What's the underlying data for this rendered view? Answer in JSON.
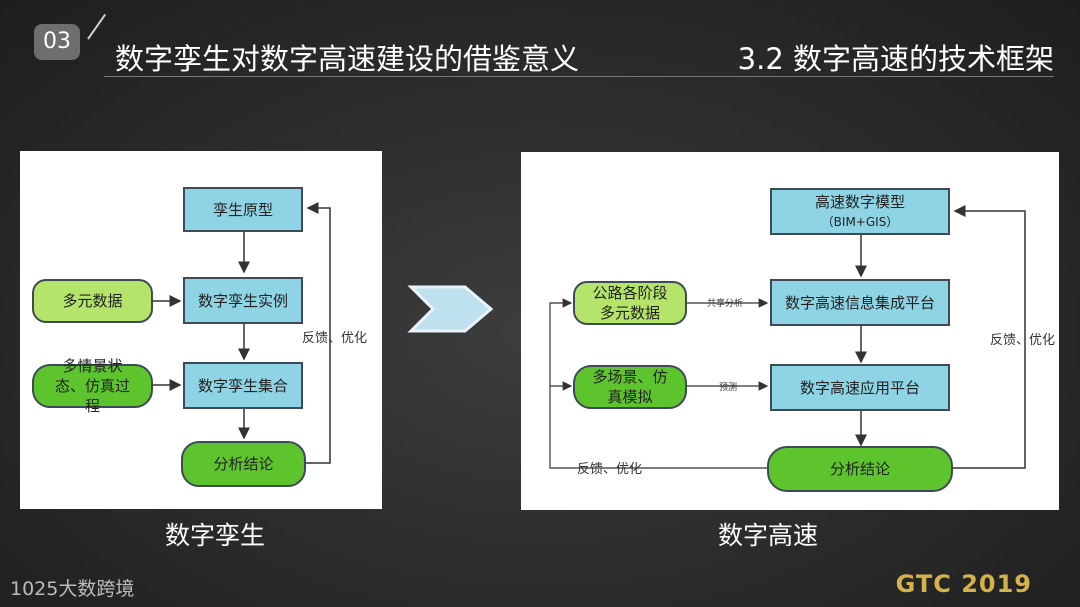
{
  "header": {
    "badge": "03",
    "title": "数字孪生对数字高速建设的借鉴意义",
    "section": "3.2 数字高速的技术框架"
  },
  "left_diagram": {
    "caption": "数字孪生",
    "prototype": "孪生原型",
    "instance": "数字孪生实例",
    "collection": "数字孪生集合",
    "multi_data": "多元数据",
    "scenarios": "多情景状态、仿真过程",
    "analysis": "分析结论",
    "feedback": "反馈、优化"
  },
  "right_diagram": {
    "caption": "数字高速",
    "model_line1": "高速数字模型",
    "model_line2": "（BIM+GIS）",
    "integration": "数字高速信息集成平台",
    "application": "数字高速应用平台",
    "road_data_line1": "公路各阶段",
    "road_data_line2": "多元数据",
    "scenes_line1": "多场景、仿",
    "scenes_line2": "真模拟",
    "analysis": "分析结论",
    "share_label": "共享分析",
    "predict_label": "预测",
    "feedback_right": "反馈、优化",
    "feedback_bottom": "反馈、优化"
  },
  "footer": {
    "left_logo": "1025大数跨境",
    "right_logo": "GTC 2019"
  },
  "colors": {
    "blue_box": "#8ed4e4",
    "lime_box": "#b5e46a",
    "green_box": "#5ec42e",
    "footer_gold": "#d4b24a"
  }
}
